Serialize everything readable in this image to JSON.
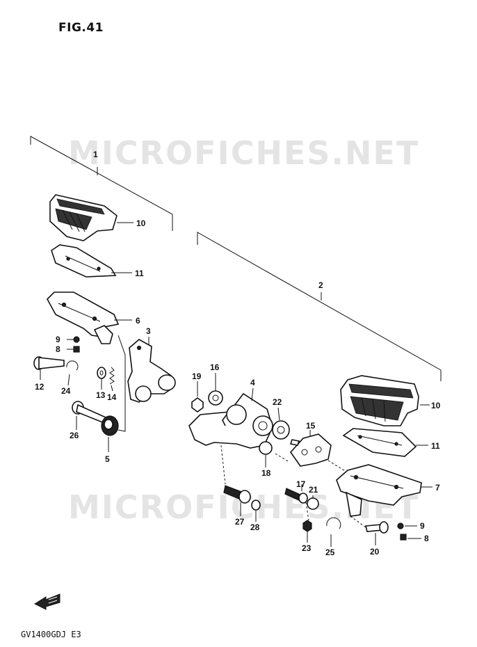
{
  "figure": {
    "title": "FIG.41",
    "model_code": "GV1400GDJ  E3",
    "watermark_top": "MICROFICHES.NET",
    "watermark_bottom": "MICROFICHES.NET"
  },
  "callouts": [
    {
      "id": "c1",
      "label": "1"
    },
    {
      "id": "c2",
      "label": "2"
    },
    {
      "id": "c3",
      "label": "3"
    },
    {
      "id": "c4",
      "label": "4"
    },
    {
      "id": "c5",
      "label": "5"
    },
    {
      "id": "c6",
      "label": "6"
    },
    {
      "id": "c7",
      "label": "7"
    },
    {
      "id": "c8a",
      "label": "8"
    },
    {
      "id": "c8b",
      "label": "8"
    },
    {
      "id": "c9a",
      "label": "9"
    },
    {
      "id": "c9b",
      "label": "9"
    },
    {
      "id": "c10a",
      "label": "10"
    },
    {
      "id": "c10b",
      "label": "10"
    },
    {
      "id": "c11a",
      "label": "11"
    },
    {
      "id": "c11b",
      "label": "11"
    },
    {
      "id": "c12",
      "label": "12"
    },
    {
      "id": "c13",
      "label": "13"
    },
    {
      "id": "c14",
      "label": "14"
    },
    {
      "id": "c15",
      "label": "15"
    },
    {
      "id": "c16",
      "label": "16"
    },
    {
      "id": "c17",
      "label": "17"
    },
    {
      "id": "c18",
      "label": "18"
    },
    {
      "id": "c19",
      "label": "19"
    },
    {
      "id": "c20",
      "label": "20"
    },
    {
      "id": "c21",
      "label": "21"
    },
    {
      "id": "c22",
      "label": "22"
    },
    {
      "id": "c23",
      "label": "23"
    },
    {
      "id": "c24",
      "label": "24"
    },
    {
      "id": "c25",
      "label": "25"
    },
    {
      "id": "c26",
      "label": "26"
    },
    {
      "id": "c27",
      "label": "27"
    },
    {
      "id": "c28",
      "label": "28"
    }
  ]
}
